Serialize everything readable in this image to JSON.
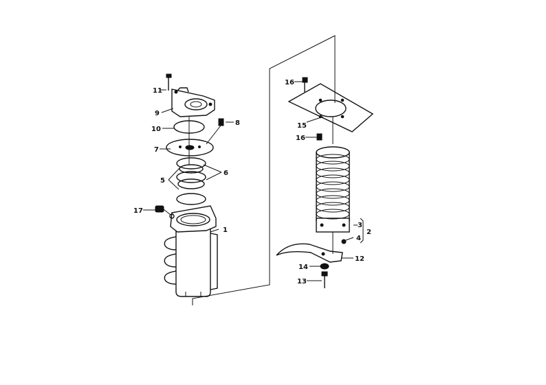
{
  "callouts": {
    "c1": "1",
    "c2": "2",
    "c3": "3",
    "c4": "4",
    "c5": "5",
    "c6": "6",
    "c7": "7",
    "c8": "8",
    "c9": "9",
    "c10": "10",
    "c11": "11",
    "c12": "12",
    "c13": "13",
    "c14": "14",
    "c15": "15",
    "c16a": "16",
    "c16b": "16",
    "c17": "17"
  }
}
